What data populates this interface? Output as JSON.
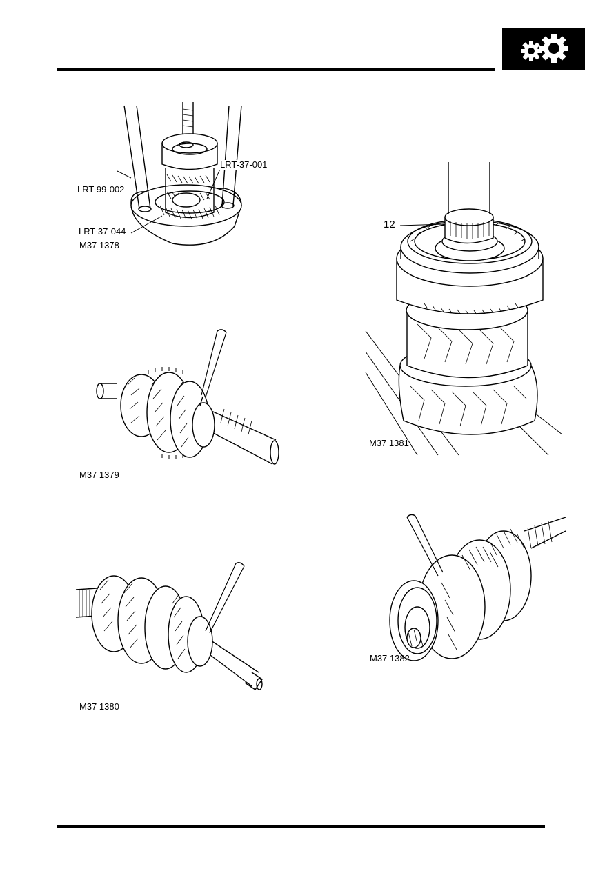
{
  "header": {
    "section_icon": "gears-icon",
    "icon_color": "#000000"
  },
  "figures": [
    {
      "id": "fig-1378",
      "caption": "M37 1378",
      "callouts": [
        "LRT-37-001",
        "LRT-99-002",
        "LRT-37-044"
      ]
    },
    {
      "id": "fig-1379",
      "caption": "M37 1379"
    },
    {
      "id": "fig-1380",
      "caption": "M37 1380"
    },
    {
      "id": "fig-1381",
      "caption": "M37 1381",
      "callouts": [
        "12"
      ]
    },
    {
      "id": "fig-1382",
      "caption": "M37 1382"
    }
  ]
}
